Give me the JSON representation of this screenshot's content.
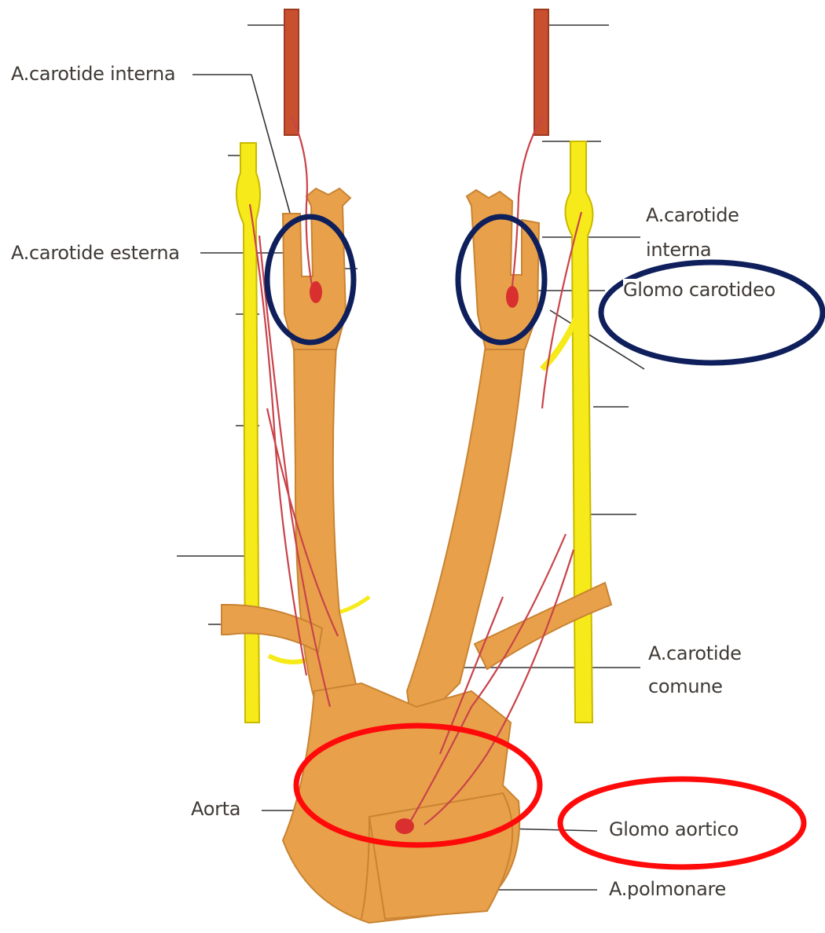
{
  "labels": {
    "carotid_internal_left": "A.carotide interna",
    "carotid_external_left": "A.carotide esterna",
    "carotid_internal_right_line1": "A.carotide",
    "carotid_internal_right_line2": "interna",
    "carotid_body": "Glomo carotideo",
    "common_carotid_line1": "A.carotide",
    "common_carotid_line2": "comune",
    "aorta": "Aorta",
    "aortic_body": "Glomo aortico",
    "pulmonary": "A.polmonare"
  },
  "colors": {
    "artery": "#e8a14a",
    "nerve": "#f6ea1a",
    "vessel": "#c9434a",
    "glomus": "#d92f2f",
    "highlight_blue": "#0e1f5c",
    "highlight_red": "#ff0a0a"
  }
}
